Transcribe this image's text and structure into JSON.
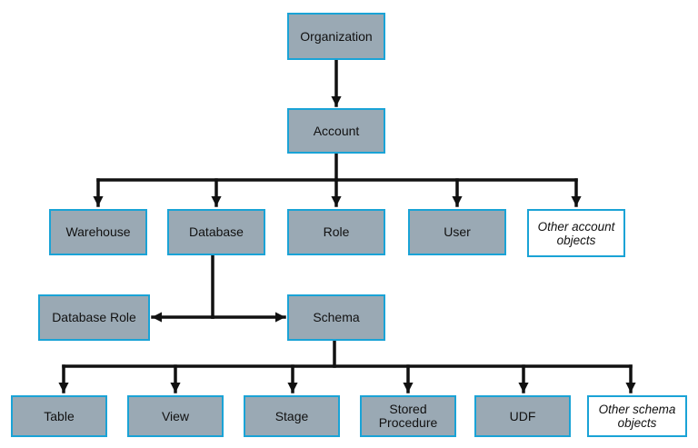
{
  "diagram": {
    "nodes": [
      {
        "id": "organization",
        "label": "Organization",
        "style": "filled"
      },
      {
        "id": "account",
        "label": "Account",
        "style": "filled"
      },
      {
        "id": "warehouse",
        "label": "Warehouse",
        "style": "filled"
      },
      {
        "id": "database",
        "label": "Database",
        "style": "filled"
      },
      {
        "id": "role",
        "label": "Role",
        "style": "filled"
      },
      {
        "id": "user",
        "label": "User",
        "style": "filled"
      },
      {
        "id": "other-account-objects",
        "label": "Other account\nobjects",
        "style": "open"
      },
      {
        "id": "database-role",
        "label": "Database Role",
        "style": "filled"
      },
      {
        "id": "schema",
        "label": "Schema",
        "style": "filled"
      },
      {
        "id": "table",
        "label": "Table",
        "style": "filled"
      },
      {
        "id": "view",
        "label": "View",
        "style": "filled"
      },
      {
        "id": "stage",
        "label": "Stage",
        "style": "filled"
      },
      {
        "id": "stored-procedure",
        "label": "Stored\nProcedure",
        "style": "filled"
      },
      {
        "id": "udf",
        "label": "UDF",
        "style": "filled"
      },
      {
        "id": "other-schema-objects",
        "label": "Other schema\nobjects",
        "style": "open"
      }
    ],
    "edges": [
      {
        "from": "organization",
        "to": "account"
      },
      {
        "from": "account",
        "to": "warehouse"
      },
      {
        "from": "account",
        "to": "database"
      },
      {
        "from": "account",
        "to": "role"
      },
      {
        "from": "account",
        "to": "user"
      },
      {
        "from": "account",
        "to": "other-account-objects"
      },
      {
        "from": "database",
        "to": "database-role"
      },
      {
        "from": "database",
        "to": "schema"
      },
      {
        "from": "schema",
        "to": "table"
      },
      {
        "from": "schema",
        "to": "view"
      },
      {
        "from": "schema",
        "to": "stage"
      },
      {
        "from": "schema",
        "to": "stored-procedure"
      },
      {
        "from": "schema",
        "to": "udf"
      },
      {
        "from": "schema",
        "to": "other-schema-objects"
      }
    ],
    "colors": {
      "box_fill": "#9aa9b4",
      "box_border": "#1aa3d6",
      "open_fill": "#ffffff",
      "connector": "#111111"
    }
  }
}
